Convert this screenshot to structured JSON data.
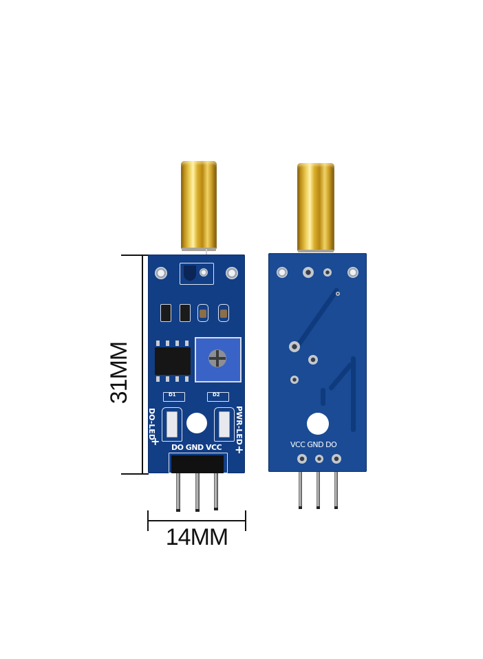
{
  "image": {
    "subject": "Tilt switch sensor module (SW-520D) front and back views with dimensions"
  },
  "dimensions": {
    "height_label": "31MM",
    "width_label": "14MM"
  },
  "front_board": {
    "silkscreen": {
      "left_led_label": "DO-LED",
      "right_led_label": "PWR-LED",
      "left_plus": "+",
      "right_plus": "+",
      "pin_labels": "DO GND VCC",
      "resistor_1": "D1",
      "resistor_2": "D2"
    },
    "components": [
      "tilt-switch",
      "comparator-ic",
      "potentiometer",
      "smd-resistors",
      "do-led",
      "pwr-led",
      "3-pin-header"
    ]
  },
  "back_board": {
    "silkscreen": {
      "pin_labels": "VCC GND DO"
    },
    "components": [
      "tilt-switch",
      "solder-pads",
      "traces",
      "3-pin-header"
    ]
  },
  "colors": {
    "pcb_blue": "#123e86",
    "gold": "#d9ae2c",
    "background": "#ffffff"
  }
}
